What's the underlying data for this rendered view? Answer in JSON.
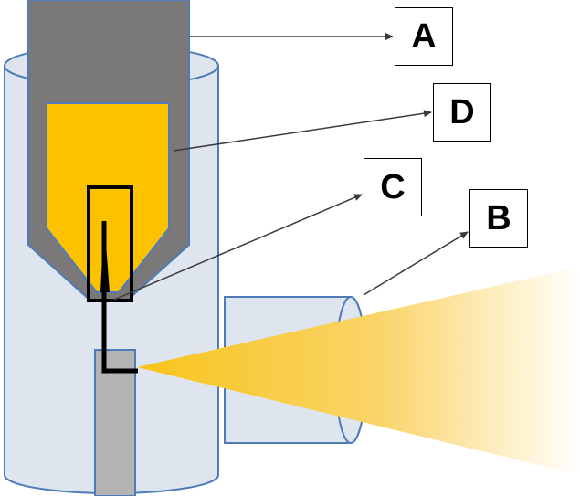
{
  "labels": {
    "a": "A",
    "b": "B",
    "c": "C",
    "d": "D"
  },
  "colors": {
    "chamber_fill": "#dfe5ee",
    "outline": "#4f7bb8",
    "body_gray": "#7a7878",
    "crucible_yellow": "#fcc200",
    "capillary_gray": "#b3b3b3",
    "beam_yellow": "#f7c41a",
    "pointer_line": "#3a3a3a"
  }
}
